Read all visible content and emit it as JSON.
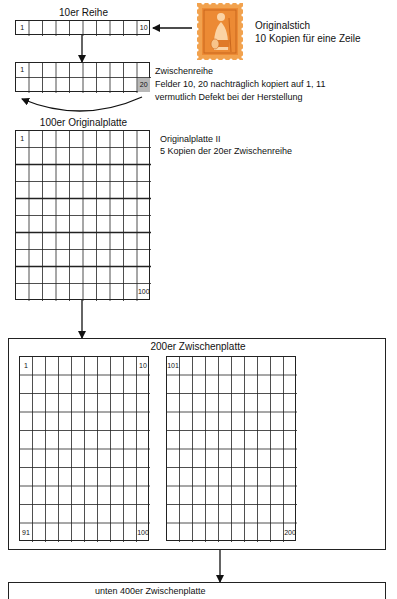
{
  "diagram": {
    "nodes": [
      {
        "text": [
          "10er Reihe",
          "1",
          "10"
        ]
      },
      {
        "text": [
          "1",
          "20"
        ]
      },
      {
        "text": [
          "100er Originalplatte",
          "1",
          "100"
        ]
      },
      {
        "text": [
          "200er Zwischenplatte"
        ]
      },
      {
        "text": [
          "1",
          "10",
          "91",
          "100"
        ],
        "in": 3
      },
      {
        "text": [
          "101",
          "200"
        ],
        "in": 3
      },
      {
        "text": [
          "unten 400er Zwischenplatte"
        ]
      }
    ],
    "edges": [
      {
        "from": 0,
        "to": 1,
        "arrow": "to"
      },
      {
        "from": 2,
        "to": 3,
        "arrow": "to"
      },
      {
        "from": 3,
        "to": 6,
        "arrow": "to"
      }
    ],
    "labels": [
      "Originalstich",
      "10 Kopien für eine Zeile",
      "Zwischenreihe",
      "Felder 10, 20 nachträglich kopiert auf 1, 11",
      "vermutlich Defekt bei der Herstellung",
      "Originalplatte II",
      "5 Kopien der 20er Zwischenreihe"
    ]
  }
}
